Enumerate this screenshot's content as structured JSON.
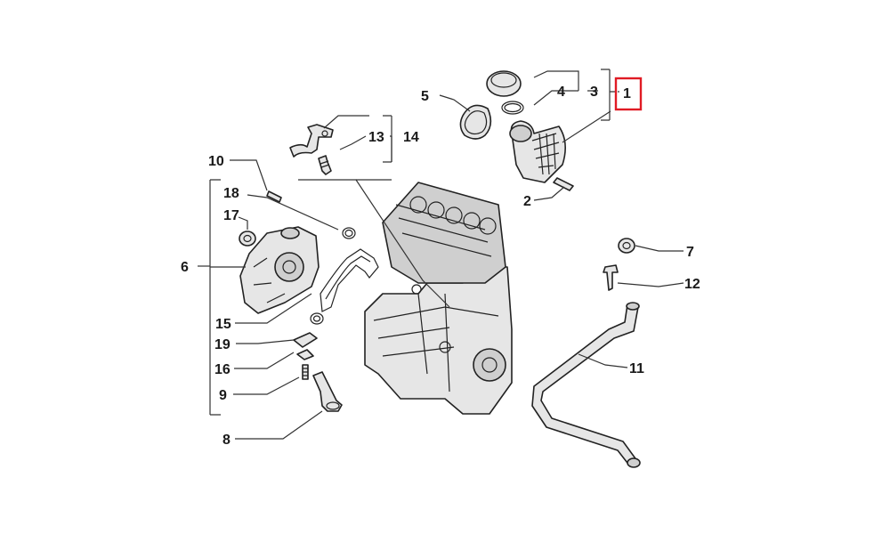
{
  "diagram": {
    "callouts": [
      {
        "id": "1",
        "text": "1",
        "highlighted": true
      },
      {
        "id": "2",
        "text": "2"
      },
      {
        "id": "3",
        "text": "3"
      },
      {
        "id": "4",
        "text": "4"
      },
      {
        "id": "5",
        "text": "5"
      },
      {
        "id": "6",
        "text": "6"
      },
      {
        "id": "7",
        "text": "7"
      },
      {
        "id": "8",
        "text": "8"
      },
      {
        "id": "9",
        "text": "9"
      },
      {
        "id": "10",
        "text": "10"
      },
      {
        "id": "11",
        "text": "11"
      },
      {
        "id": "12",
        "text": "12"
      },
      {
        "id": "13",
        "text": "13"
      },
      {
        "id": "14",
        "text": "14"
      },
      {
        "id": "15",
        "text": "15"
      },
      {
        "id": "16",
        "text": "16"
      },
      {
        "id": "17",
        "text": "17"
      },
      {
        "id": "18",
        "text": "18"
      },
      {
        "id": "19",
        "text": "19"
      }
    ],
    "highlight_color": "#e01b24"
  }
}
